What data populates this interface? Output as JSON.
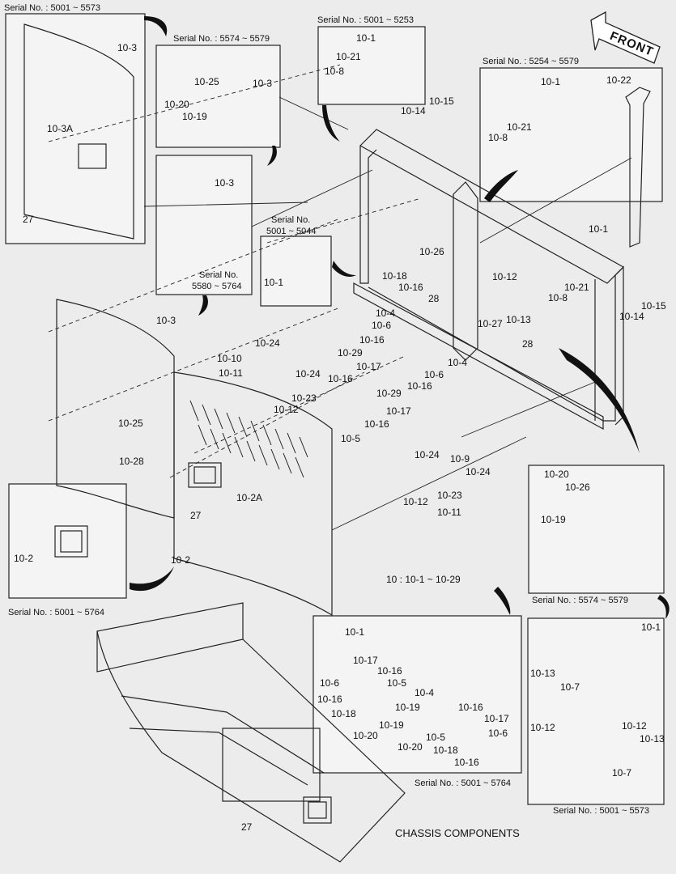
{
  "title": "CHASSIS COMPONENTS",
  "front_arrow": "FRONT",
  "group_note": "10 : 10-1 ~ 10-29",
  "serials": {
    "s1": "Serial No. : 5001 ~ 5573",
    "s2": "Serial No. : 5574 ~ 5579",
    "s3": "Serial No. : 5001 ~ 5253",
    "s4": "Serial No. : 5254 ~ 5579",
    "s5a": "Serial No.",
    "s5b": "5001 ~ 5044",
    "s6a": "Serial No.",
    "s6b": "5580 ~ 5764",
    "s7": "Serial No. : 5001 ~ 5764",
    "s8": "Serial No. : 5574 ~ 5579",
    "s9": "Serial No. : 5001 ~ 5764",
    "s10": "Serial No. : 5001 ~ 5573"
  },
  "labels": {
    "a1": "10-3",
    "a2": "10-3A",
    "a3": "27",
    "b1": "10-25",
    "b2": "10-20",
    "b3": "10-19",
    "b4": "10-3",
    "c1": "10-3",
    "d1": "10-1",
    "d2": "10-21",
    "d3": "10-8",
    "e1": "10-1",
    "e2": "10-21",
    "e3": "10-8",
    "f1": "10-22",
    "g1": "10-15",
    "g2": "10-14",
    "h1": "10-1",
    "h2": "10-1",
    "m1": "10-26",
    "m2": "10-18",
    "m3": "10-16",
    "m4": "28",
    "m5": "10-12",
    "m6": "10-27",
    "m7": "10-13",
    "m8": "10-8",
    "m9": "10-21",
    "m10": "10-14",
    "m11": "10-15",
    "m12": "10-4",
    "m13": "10-6",
    "m14": "10-16",
    "m15": "10-29",
    "m16": "10-4",
    "m17": "10-6",
    "m18": "10-16",
    "m19": "28",
    "m20": "10-24",
    "m21": "10-10",
    "m22": "10-11",
    "m23": "10-24",
    "m24": "10-17",
    "m25": "10-16",
    "m26": "10-23",
    "m27": "10-12",
    "m28": "10-29",
    "m29": "10-17",
    "m30": "10-16",
    "m31": "10-5",
    "m32": "10-3",
    "m33": "10-25",
    "m34": "10-28",
    "m35": "10-2A",
    "m36": "27",
    "m37": "10-2",
    "m38": "10-24",
    "m39": "10-9",
    "m40": "10-24",
    "m41": "10-12",
    "m42": "10-23",
    "m43": "10-11",
    "i1": "10-2",
    "j1": "10-20",
    "j2": "10-26",
    "j3": "10-19",
    "k1": "10-1",
    "k2": "10-17",
    "k3": "10-16",
    "k4": "10-6",
    "k5": "10-5",
    "k6": "10-16",
    "k7": "10-4",
    "k8": "10-18",
    "k9": "10-19",
    "k10": "10-16",
    "k11": "10-20",
    "k12": "10-19",
    "k13": "10-17",
    "k14": "10-5",
    "k15": "10-6",
    "k16": "10-20",
    "k17": "10-18",
    "k18": "10-16",
    "l1": "10-1",
    "l2": "10-13",
    "l3": "10-7",
    "l4": "10-12",
    "l5": "10-12",
    "l6": "10-13",
    "l7": "10-7",
    "n1": "27"
  }
}
